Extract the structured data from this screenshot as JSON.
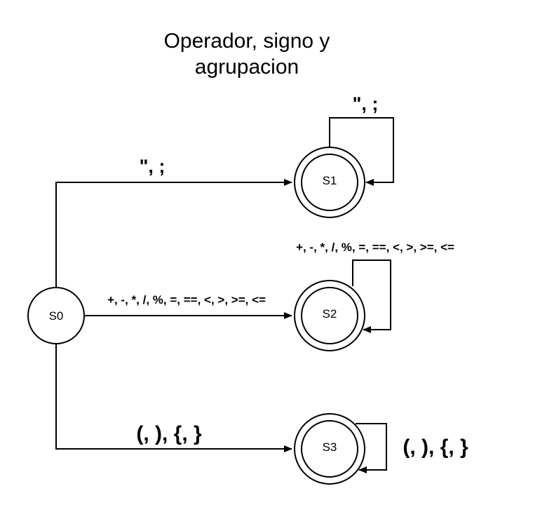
{
  "title_lines": [
    "Operador, signo y",
    "agrupacion"
  ],
  "states": {
    "s0": "S0",
    "s1": "S1",
    "s2": "S2",
    "s3": "S3"
  },
  "accepting_states": [
    "S1",
    "S2",
    "S3"
  ],
  "transitions": {
    "s0_to_s1": "\", ;",
    "s1_loop": "\", ;",
    "s0_to_s2": "+, -, *, /, %, =, ==, <, >, >=, <=",
    "s2_loop": "+, -, *, /, %, =, ==, <, >, >=, <=",
    "s0_to_s3": "(, ), {, }",
    "s3_loop": "(, ), {, }"
  }
}
